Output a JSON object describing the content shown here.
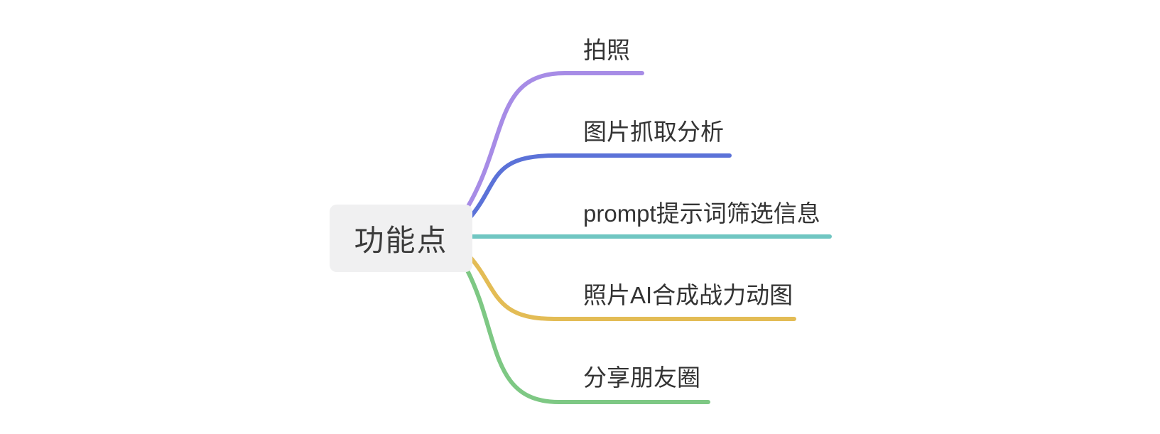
{
  "canvas": {
    "background": "#ffffff"
  },
  "root": {
    "label": "功能点",
    "background": "#f0f0f1",
    "text_color": "#3b3b3b"
  },
  "branches": [
    {
      "label": "拍照",
      "color": "#a78ce6"
    },
    {
      "label": "图片抓取分析",
      "color": "#5b72d8"
    },
    {
      "label": "prompt提示词筛选信息",
      "color": "#70c6c2"
    },
    {
      "label": "照片AI合成战力动图",
      "color": "#e3bc55"
    },
    {
      "label": "分享朋友圈",
      "color": "#7ec884"
    }
  ]
}
